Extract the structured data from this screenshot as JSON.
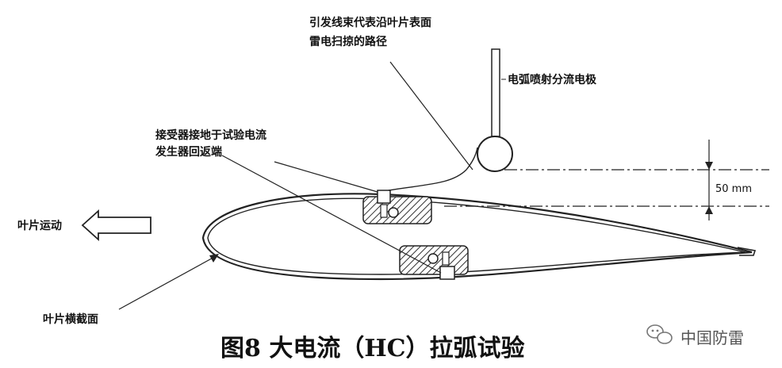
{
  "labels": {
    "path_line1": "引发线束代表沿叶片表面",
    "path_line2": "雷电扫掠的路径",
    "electrode": "电弧喷射分流电极",
    "receptor_line1": "接受器接地于试验电流",
    "receptor_line2": "发生器回返端",
    "dimension": "50 mm",
    "blade_motion": "叶片运动",
    "cross_section": "叶片横截面"
  },
  "caption": "图8 大电流（HC）拉弧试验",
  "watermark": {
    "text": "中国防雷",
    "icon": "wechat-icon"
  }
}
